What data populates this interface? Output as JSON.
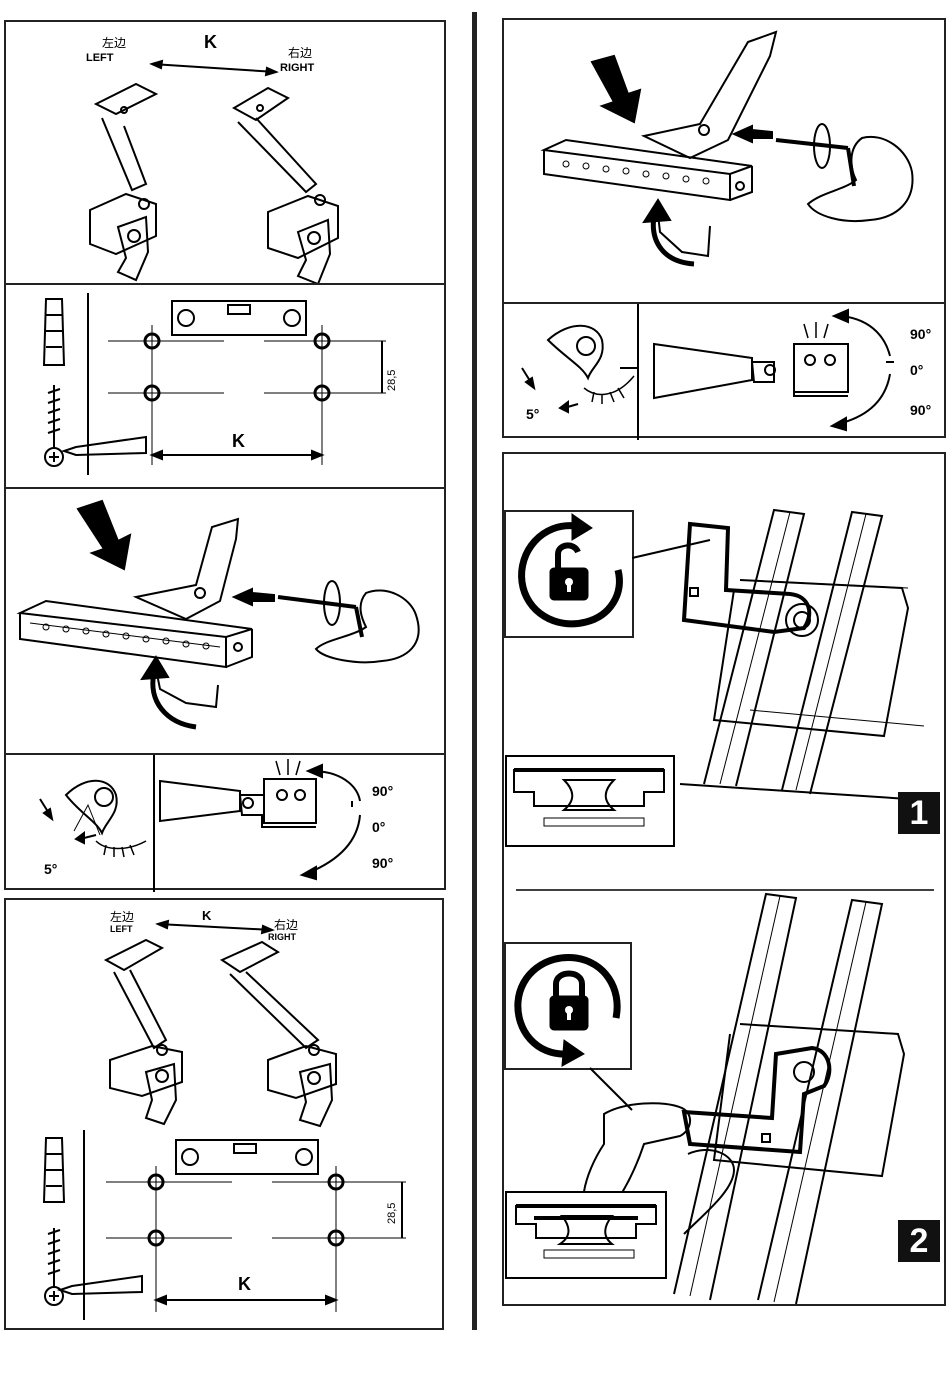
{
  "bracket_labels": {
    "left_cn": "左边",
    "left_en": "LEFT",
    "right_cn": "右边",
    "right_en": "RIGHT",
    "distance": "K"
  },
  "mounting": {
    "hole_spacing": "28,5",
    "distance": "K"
  },
  "angle_labels": {
    "tilt": "5°",
    "up": "90°",
    "zero": "0°",
    "down": "90°"
  },
  "steps": {
    "step1": "1",
    "step2": "2"
  },
  "icons": {
    "unlock": "unlock-rotate-icon",
    "lock": "lock-rotate-icon"
  }
}
